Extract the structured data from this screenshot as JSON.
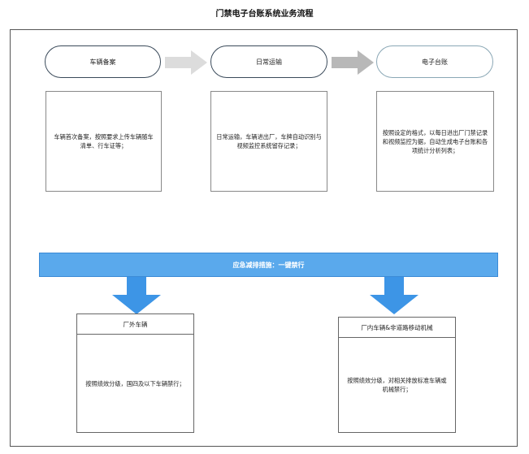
{
  "title": "门禁电子台账系统业务流程",
  "steps": [
    {
      "label": "车辆备案",
      "desc": "车辆首次备案，按照要求上传车辆随车清单、行车证等；"
    },
    {
      "label": "日常运输",
      "desc": "日常运输，车辆进出厂，车牌自动识别与视频监控系统留存记录；"
    },
    {
      "label": "电子台账",
      "desc": "按照设定的格式，以每日进出厂门禁记录和视频监控为据，自动生成电子台账和各项统计分析列表；"
    }
  ],
  "emergency": {
    "label": "应急减排措施：一键禁行",
    "colors": {
      "banner": "#5aa9ec",
      "arrow": "#3d95e6"
    }
  },
  "measures": [
    {
      "title": "厂外车辆",
      "desc": "按照绩效分级，国四及以下车辆禁行；"
    },
    {
      "title": "厂内车辆&非道路移动机械",
      "desc": "按照绩效分级，对相关排放标准车辆或机械禁行；"
    }
  ]
}
